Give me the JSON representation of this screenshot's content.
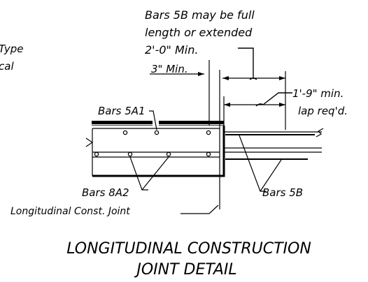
{
  "notes": {
    "bars_5b_note_1": "Bars 5B may be full",
    "bars_5b_note_2": "length or extended",
    "bars_5b_note_3": "2'-0\" Min.",
    "left_partial_1": "Type",
    "left_partial_2": "cal",
    "min_3in": "3\" Min.",
    "lap_1": "1'-9\" min.",
    "lap_2": "lap req'd."
  },
  "labels": {
    "bars_5a1": "Bars 5A1",
    "bars_8a2": "Bars 8A2",
    "bars_5b": "Bars 5B",
    "long_joint": "Longitudinal Const. Joint"
  },
  "title": {
    "line1": "LONGITUDINAL CONSTRUCTION",
    "line2": "JOINT DETAIL"
  }
}
